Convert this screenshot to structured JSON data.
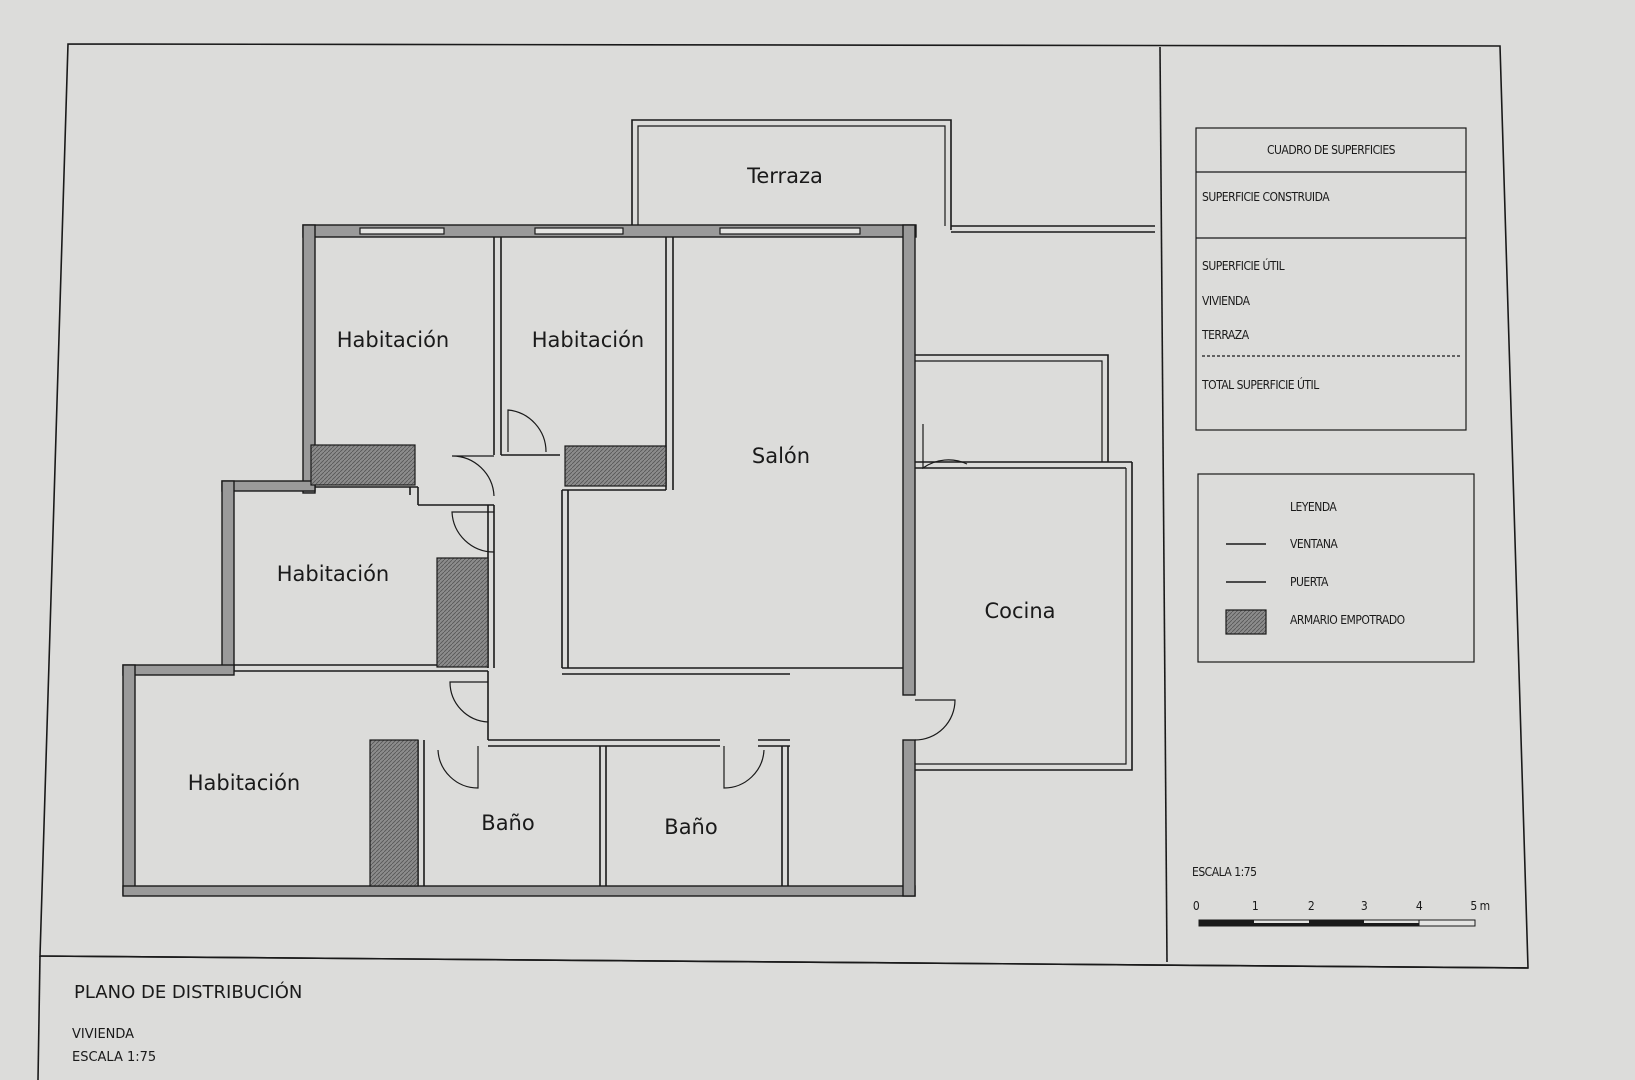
{
  "rooms": {
    "terraza": "Terraza",
    "hab1": "Habitación",
    "hab2": "Habitación",
    "hab3": "Habitación",
    "hab4": "Habitación",
    "salon": "Salón",
    "cocina": "Cocina",
    "bano1": "Baño",
    "bano2": "Baño"
  },
  "surfaces_table": {
    "title": "CUADRO DE SUPERFICIES",
    "built": "SUPERFICIE CONSTRUIDA",
    "useful": "SUPERFICIE ÚTIL",
    "dwelling": "VIVIENDA",
    "terrace": "TERRAZA",
    "total": "TOTAL SUPERFICIE ÚTIL"
  },
  "legend": {
    "title": "LEYENDA",
    "window": "VENTANA",
    "door": "PUERTA",
    "closet": "ARMARIO EMPOTRADO"
  },
  "scale_bar": {
    "label": "ESCALA 1:75",
    "ticks": [
      "0",
      "1",
      "2",
      "3",
      "4",
      "5 m"
    ]
  },
  "title_block": {
    "title": "PLANO DE DISTRIBUCIÓN",
    "line1": "VIVIENDA",
    "line2": "ESCALA 1:75"
  },
  "colors": {
    "paper": "#dcdcda",
    "ink": "#1a1a1a",
    "wall_fill": "#9a9a9a"
  }
}
